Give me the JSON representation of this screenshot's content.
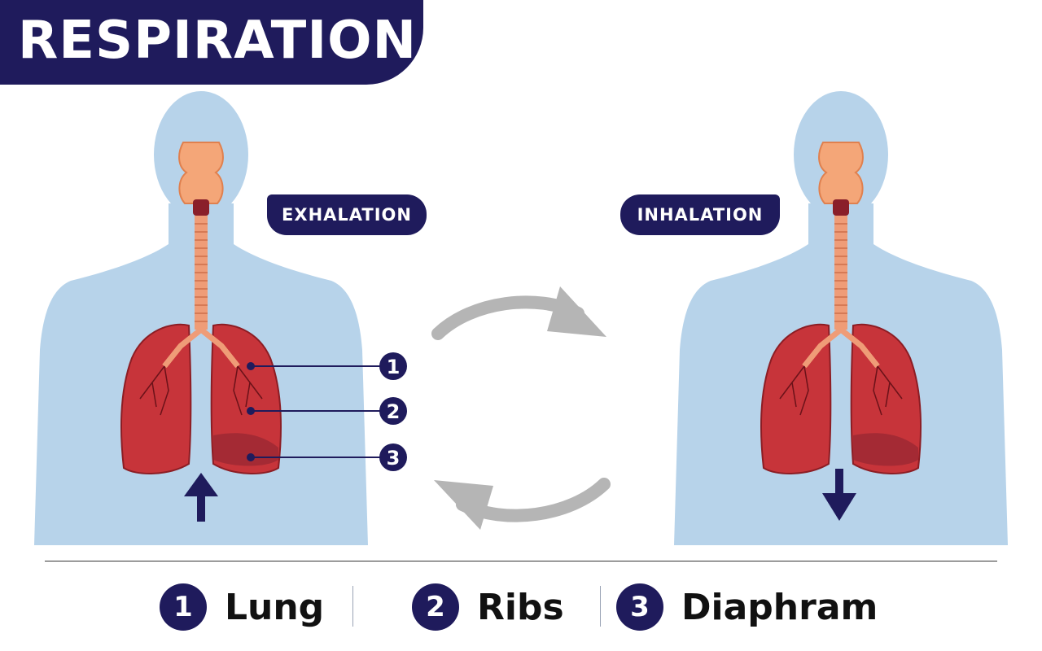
{
  "title": "RESPIRATION",
  "labels": {
    "exhalation": "EXHALATION",
    "inhalation": "INHALATION"
  },
  "markers": [
    "1",
    "2",
    "3"
  ],
  "legend": [
    {
      "number": "1",
      "label": "Lung"
    },
    {
      "number": "2",
      "label": "Ribs"
    },
    {
      "number": "3",
      "label": "Diaphram"
    }
  ],
  "colors": {
    "navy": "#1f1b5c",
    "body": "#b7d3ea",
    "lung": "#c7343a",
    "trachea": "#ef9c77",
    "arrow_gray": "#b5b5b5"
  }
}
